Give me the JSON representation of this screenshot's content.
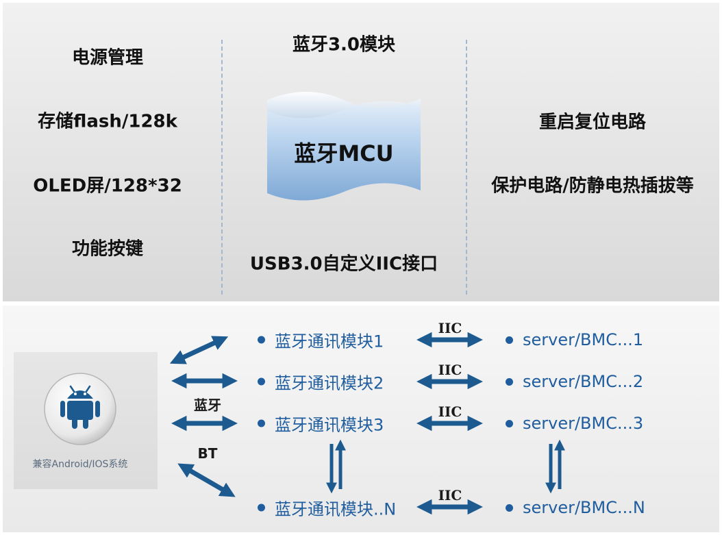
{
  "left_features": [
    "电源管理",
    "存储flash/128k",
    "OLED屏/128*32",
    "功能按键"
  ],
  "center": {
    "top_label": "蓝牙3.0模块",
    "mcu_label": "蓝牙MCU",
    "bottom_label": "USB3.0自定义IIC接口"
  },
  "right_features": [
    "重启复位电路",
    "保护电路/防静电热插拔等"
  ],
  "phone": {
    "icon": "android-icon",
    "compat_label": "兼容Android/IOS系统"
  },
  "link_labels": {
    "bluetooth": "蓝牙",
    "bt": "BT",
    "iic": "IIC"
  },
  "modules": [
    "蓝牙通讯模块1",
    "蓝牙通讯模块2",
    "蓝牙通讯模块3",
    "蓝牙通讯模块..N"
  ],
  "servers": [
    "server/BMC...1",
    "server/BMC...2",
    "server/BMC...3",
    "server/BMC...N"
  ],
  "colors": {
    "accent": "#1f5d9e",
    "arrow": "#1c5a8f",
    "mcu_fill": "#9cc0e4"
  }
}
